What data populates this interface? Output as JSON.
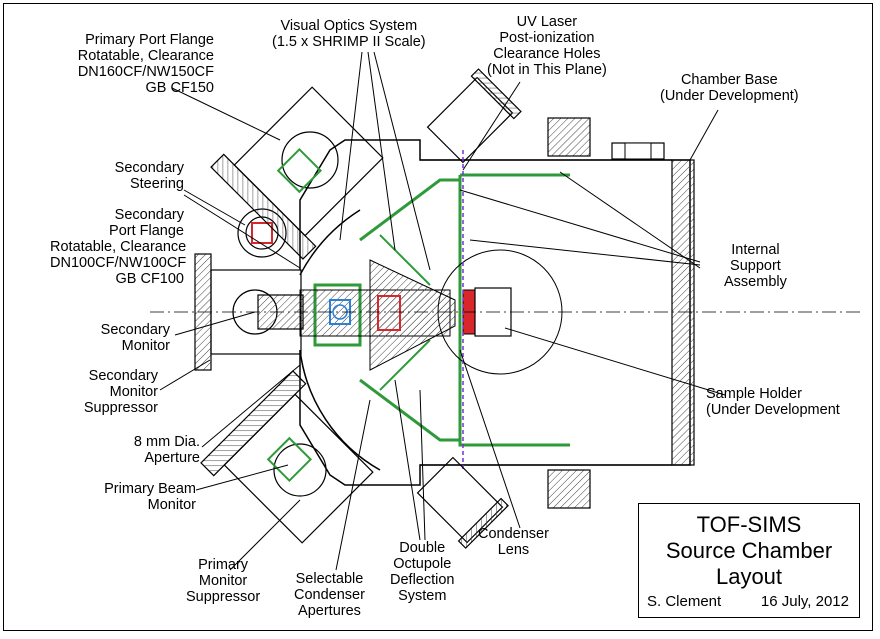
{
  "labels": {
    "visual_optics": [
      "Visual Optics System",
      "(1.5 x SHRIMP II Scale)"
    ],
    "uv_laser": [
      "UV Laser",
      "Post-ionization",
      "Clearance Holes",
      "(Not in This Plane)"
    ],
    "primary_port": [
      "Primary Port Flange",
      "Rotatable, Clearance",
      "DN160CF/NW150CF",
      "GB CF150"
    ],
    "chamber_base": [
      "Chamber Base",
      "(Under Development)"
    ],
    "secondary_steering": [
      "Secondary",
      "Steering"
    ],
    "secondary_port": [
      "Secondary",
      "Port Flange",
      "Rotatable, Clearance",
      "DN100CF/NW100CF",
      "GB CF100"
    ],
    "internal_support": [
      "Internal",
      "Support",
      "Assembly"
    ],
    "secondary_monitor": [
      "Secondary",
      "Monitor"
    ],
    "secondary_monitor_suppressor": [
      "Secondary",
      "Monitor",
      "Suppressor"
    ],
    "sample_holder": [
      "Sample Holder",
      "(Under Development"
    ],
    "aperture_8mm": [
      "8 mm Dia.",
      "Aperture"
    ],
    "primary_beam_monitor": [
      "Primary Beam",
      "Monitor"
    ],
    "condenser_lens": [
      "Condenser",
      "Lens"
    ],
    "double_octupole": [
      "Double",
      "Octupole",
      "Deflection",
      "System"
    ],
    "primary_monitor_suppressor": [
      "Primary",
      "Monitor",
      "Suppressor"
    ],
    "selectable_apertures": [
      "Selectable",
      "Condenser",
      "Apertures"
    ]
  },
  "title_block": {
    "title": [
      "TOF-SIMS",
      "Source Chamber",
      "Layout"
    ],
    "author": "S. Clement",
    "date": "16 July, 2012"
  },
  "colors": {
    "line": "#000000",
    "green": "#2e9a3a",
    "red": "#d8262b",
    "blue": "#2c7fd6",
    "purple": "#7a2fd6",
    "hatch": "#555555"
  }
}
